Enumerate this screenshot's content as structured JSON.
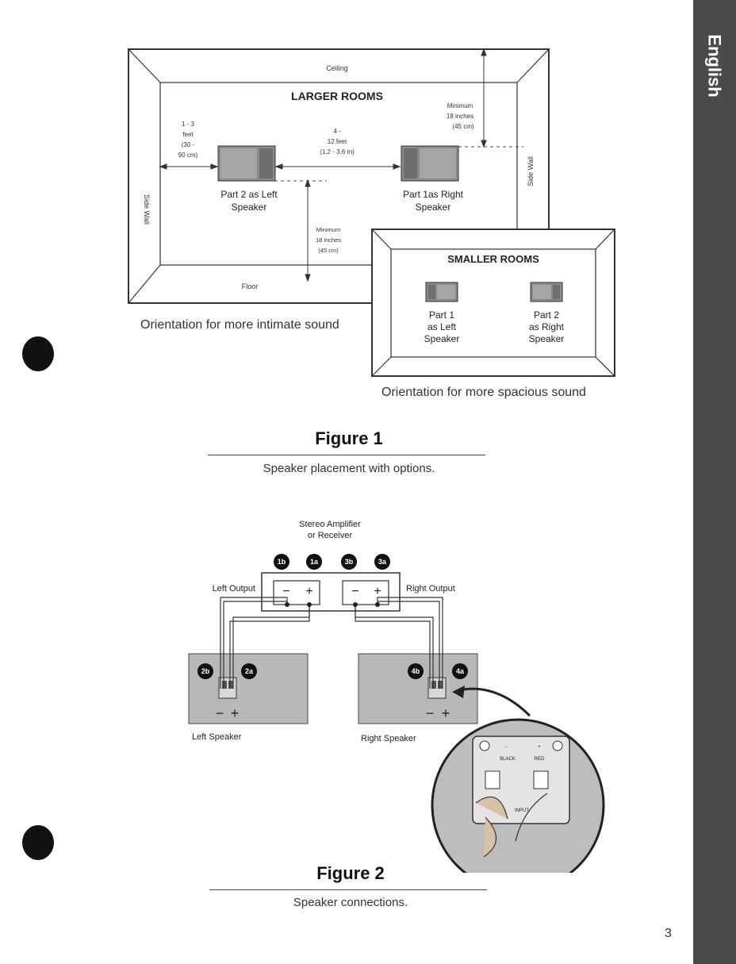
{
  "tab": {
    "language": "English"
  },
  "figure1": {
    "larger": {
      "ceiling": "Ceiling",
      "title": "LARGER ROOMS",
      "floor": "Floor",
      "side_wall_left": "Side Wall",
      "side_wall_right": "Side Wall",
      "wall_distance": [
        "1 - 3",
        "feet",
        "(30 -",
        "90 cm)"
      ],
      "speaker_distance": [
        "4 -",
        "12 feet",
        "(1.2 - 3.6 m)"
      ],
      "min_top": [
        "Minimum",
        "18 inches",
        "(45 cm)"
      ],
      "min_bottom": [
        "Minimum",
        "18 inches",
        "(45 cm)"
      ],
      "left_speaker": [
        "Part 2 as Left",
        "Speaker"
      ],
      "right_speaker": [
        "Part 1as Right",
        "Speaker"
      ]
    },
    "smaller": {
      "title": "SMALLER ROOMS",
      "left_speaker": [
        "Part 1",
        "as Left",
        "Speaker"
      ],
      "right_speaker": [
        "Part 2",
        "as Right",
        "Speaker"
      ]
    },
    "caption_larger": "Orientation for more intimate sound",
    "caption_smaller": "Orientation for more spacious sound",
    "title": "Figure 1",
    "subtitle": "Speaker placement with options."
  },
  "figure2": {
    "amp_label": [
      "Stereo Amplifier",
      "or Receiver"
    ],
    "left_output": "Left Output",
    "right_output": "Right Output",
    "terminals": [
      "1b",
      "1a",
      "3b",
      "3a"
    ],
    "speaker_terminals_left": [
      "2b",
      "2a"
    ],
    "speaker_terminals_right": [
      "4b",
      "4a"
    ],
    "minus": "−",
    "plus": "+",
    "left_speaker": "Left Speaker",
    "right_speaker": "Right Speaker",
    "inset": {
      "black": "BLACK",
      "red": "RED",
      "input": "INPUT",
      "minus": "−",
      "plus": "+"
    },
    "title": "Figure 2",
    "subtitle": "Speaker connections."
  },
  "page_number": "3"
}
